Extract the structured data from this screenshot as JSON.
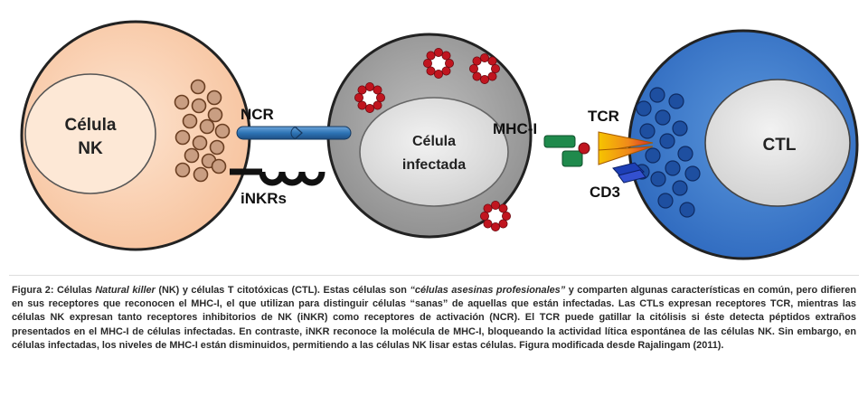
{
  "diagram": {
    "nk_cell_label_line1": "Célula",
    "nk_cell_label_line2": "NK",
    "ncr_label": "NCR",
    "inkrs_label": "iNKRs",
    "infected_cell_label_line1": "Célula",
    "infected_cell_label_line2": "infectada",
    "mhc_label": "MHC-I",
    "tcr_label": "TCR",
    "cd3_label": "CD3",
    "ctl_label": "CTL"
  },
  "colors": {
    "nk_cell_fill": "#fbd2b4",
    "nk_granule": "#c49a7e",
    "infected_cell_fill": "#a8a8a8",
    "nucleus_fill": "#dcdcdc",
    "ctl_cell_fill": "#3a78c8",
    "ctl_granule": "#1e4fa0",
    "receptor_blue": "#2e74b5",
    "mhc_green": "#1f8a4c",
    "virus_red": "#c0151f",
    "outline_dark": "#222222"
  },
  "caption": {
    "prefix": "Figura 2: Células ",
    "nk_italic": "Natural killer",
    "part1": " (NK) y células T citotóxicas (CTL).  Estas células son ",
    "quote_italic": "“células asesinas profesionales”",
    "part2": " y comparten algunas características en común, pero difieren en sus receptores que reconocen el MHC-I, el que utilizan para distinguir células “sanas” de aquellas que están infectadas. Las CTLs expresan receptores TCR, mientras las células NK expresan tanto receptores inhibitorios de NK (iNKR) como receptores  de activación (NCR). El TCR puede gatillar la citólisis si éste detecta péptidos extraños presentados en el MHC-I de células infectadas. En contraste, iNKR reconoce la molécula de MHC-I, bloqueando la actividad lítica espontánea de las células NK. Sin embargo, en células infectadas, los niveles de MHC-I están disminuidos, permitiendo a las células NK lisar estas células. Figura modificada desde Rajalingam (2011)."
  }
}
